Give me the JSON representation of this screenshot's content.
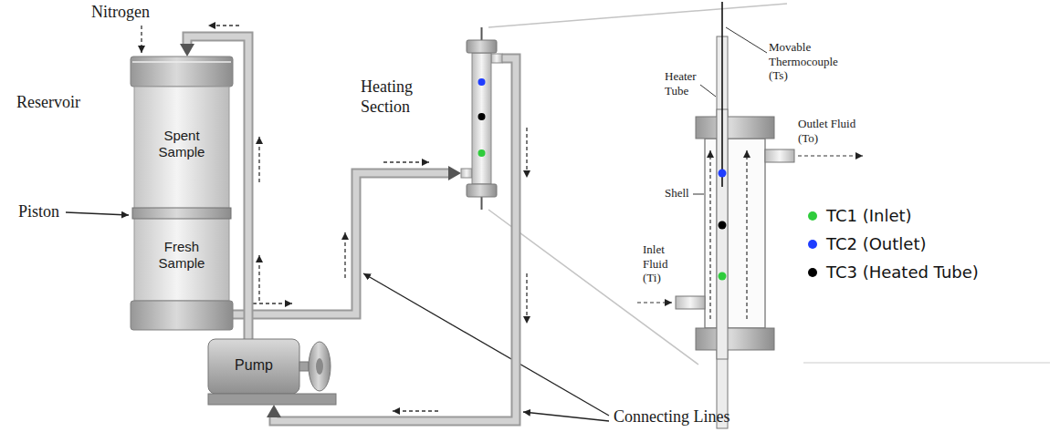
{
  "diagram": {
    "nodes": [
      {
        "text": [
          "Reservoir"
        ]
      },
      {
        "text": [
          "Spent Sample"
        ],
        "in": 0
      },
      {
        "text": [
          "Fresh Sample"
        ],
        "in": 0
      },
      {
        "text": [
          "Pump"
        ]
      },
      {
        "text": [
          "Heating Section"
        ]
      }
    ],
    "edges": [
      {
        "from": 2,
        "to": 4,
        "arrow": "to"
      },
      {
        "from": 4,
        "to": 3,
        "arrow": "to"
      },
      {
        "from": 3,
        "to": 1,
        "arrow": "to"
      }
    ],
    "labels": [
      "Nitrogen",
      "Piston",
      "Connecting Lines",
      "Heater Tube",
      "Movable Thermocouple (Ts)",
      "Outlet Fluid (To)",
      "Shell",
      "Inlet Fluid (Ti)"
    ],
    "legend": [
      {
        "text": "TC1 (Inlet)",
        "color": "#2fcc3c"
      },
      {
        "text": "TC2 (Outlet)",
        "color": "#1f3dff"
      },
      {
        "text": "TC3 (Heated Tube)",
        "color": "#000000"
      }
    ]
  }
}
